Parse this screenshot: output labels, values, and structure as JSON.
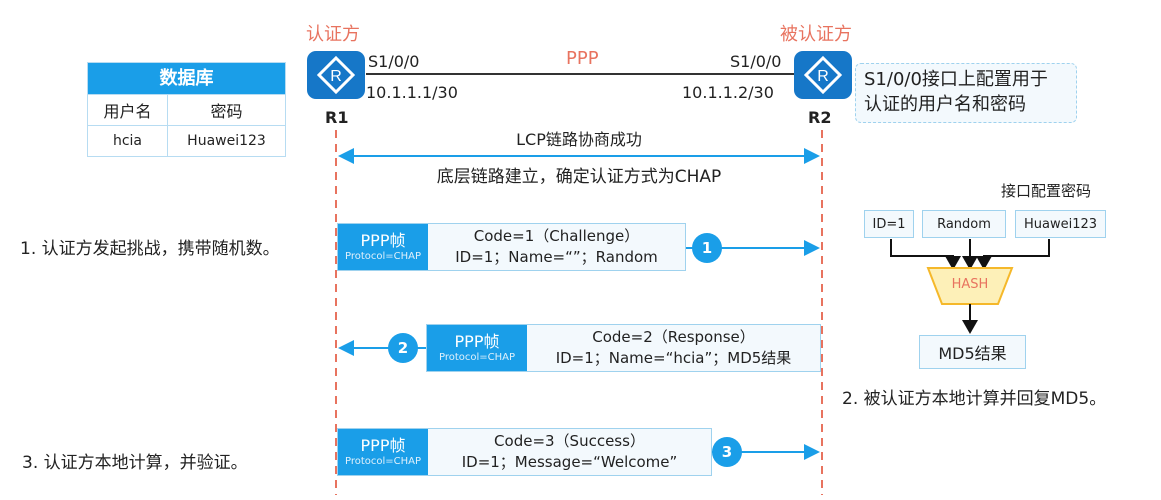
{
  "database": {
    "title": "数据库",
    "headers": [
      "用户名",
      "密码"
    ],
    "rows": [
      [
        "hcia",
        "Huawei123"
      ]
    ]
  },
  "topology": {
    "authenticator_role": "认证方",
    "authenticatee_role": "被认证方",
    "link_label": "PPP",
    "r1": {
      "name": "R1",
      "interface": "S1/0/0",
      "ip": "10.1.1.1/30"
    },
    "r2": {
      "name": "R2",
      "interface": "S1/0/0",
      "ip": "10.1.1.2/30"
    }
  },
  "note": {
    "line1": "S1/0/0接口上配置用于",
    "line2": "认证的用户名和密码"
  },
  "lcp": {
    "above": "LCP链路协商成功",
    "below": "底层链路建立，确定认证方式为CHAP"
  },
  "steps": [
    {
      "number": "1",
      "description": "1. 认证方发起挑战，携带随机数。",
      "frame_title": "PPP帧",
      "frame_protocol": "Protocol=CHAP",
      "line1": "Code=1（Challenge）",
      "line2": "ID=1；Name=“”；Random",
      "direction": "R1→R2"
    },
    {
      "number": "2",
      "description": "2. 被认证方本地计算并回复MD5。",
      "frame_title": "PPP帧",
      "frame_protocol": "Protocol=CHAP",
      "line1": "Code=2（Response）",
      "line2": "ID=1；Name=“hcia”；MD5结果",
      "direction": "R2→R1"
    },
    {
      "number": "3",
      "description": "3. 认证方本地计算，并验证。",
      "frame_title": "PPP帧",
      "frame_protocol": "Protocol=CHAP",
      "line1": "Code=3（Success）",
      "line2": "ID=1；Message=“Welcome”",
      "direction": "R1→R2"
    }
  ],
  "hash_diagram": {
    "title": "接口配置密码",
    "inputs": [
      "ID=1",
      "Random",
      "Huawei123"
    ],
    "function": "HASH",
    "output": "MD5结果"
  },
  "colors": {
    "accent_blue": "#1a9ee8",
    "router_blue": "#1677c8",
    "role_red": "#e8735f",
    "hash_fill": "#fdf0b8",
    "hash_border": "#f5b82a"
  }
}
